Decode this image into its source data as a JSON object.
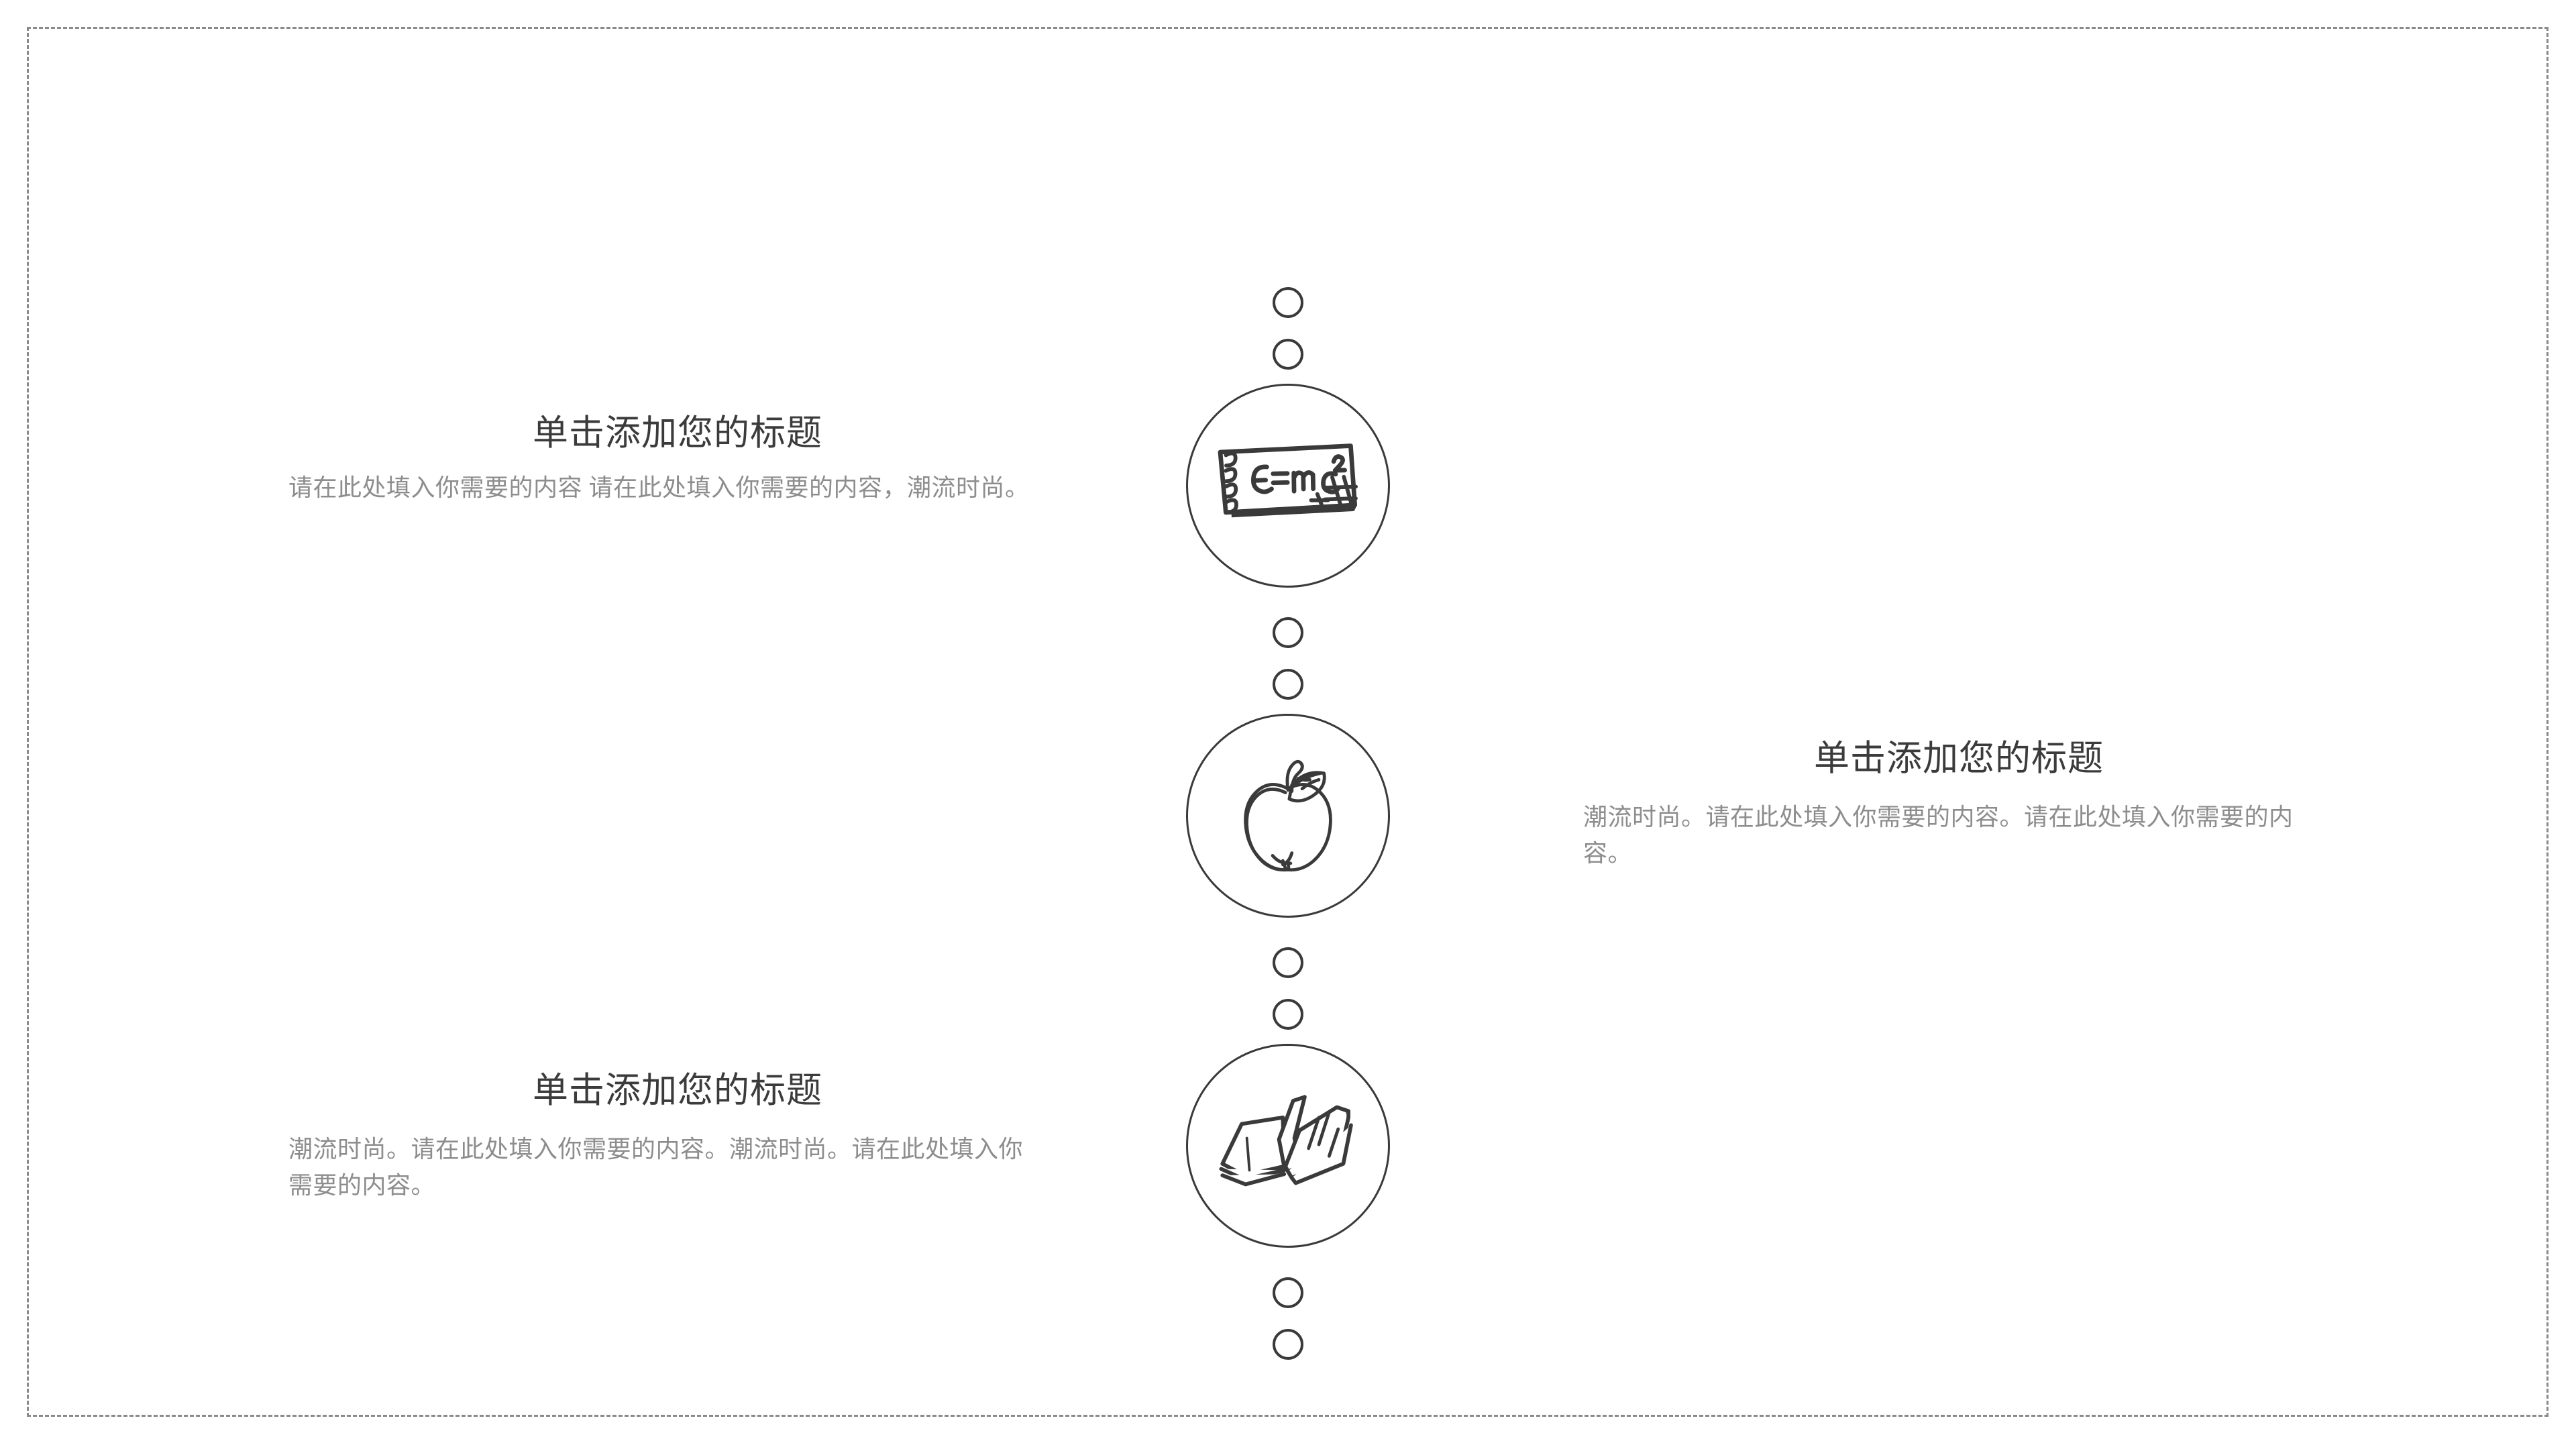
{
  "slide": {
    "background_color": "#ffffff",
    "border": {
      "style": "dashed",
      "color": "#8a8a8a"
    }
  },
  "colors": {
    "title": "#3b3b3b",
    "body": "#8d8d8d",
    "stroke": "#3a3a3a",
    "border": "#8a8a8a"
  },
  "chain": {
    "nodes": [
      {
        "kind": "small-circle",
        "name": "connector-dot-1"
      },
      {
        "kind": "small-circle",
        "name": "connector-dot-2"
      },
      {
        "kind": "icon-circle",
        "name": "notebook-formula-icon",
        "icon": "notebook-formula-icon",
        "label": "E=mc2"
      },
      {
        "kind": "small-circle",
        "name": "connector-dot-3"
      },
      {
        "kind": "small-circle",
        "name": "connector-dot-4"
      },
      {
        "kind": "icon-circle",
        "name": "apple-icon",
        "icon": "apple-icon",
        "label": "apple"
      },
      {
        "kind": "small-circle",
        "name": "connector-dot-5"
      },
      {
        "kind": "small-circle",
        "name": "connector-dot-6"
      },
      {
        "kind": "icon-circle",
        "name": "open-book-icon",
        "icon": "open-book-icon",
        "label": "open book"
      },
      {
        "kind": "small-circle",
        "name": "connector-dot-7"
      },
      {
        "kind": "small-circle",
        "name": "connector-dot-8"
      }
    ]
  },
  "blocks": [
    {
      "title": "单击添加您的标题",
      "body": "请在此处填入你需要的内容  请在此处填入你需要的内容，潮流时尚。"
    },
    {
      "title": "单击添加您的标题",
      "body": "潮流时尚。请在此处填入你需要的内容。请在此处填入你需要的内容。"
    },
    {
      "title": "单击添加您的标题",
      "body": "潮流时尚。请在此处填入你需要的内容。潮流时尚。请在此处填入你需要的内容。"
    }
  ],
  "icon_text": {
    "formula": "E=mc"
  }
}
